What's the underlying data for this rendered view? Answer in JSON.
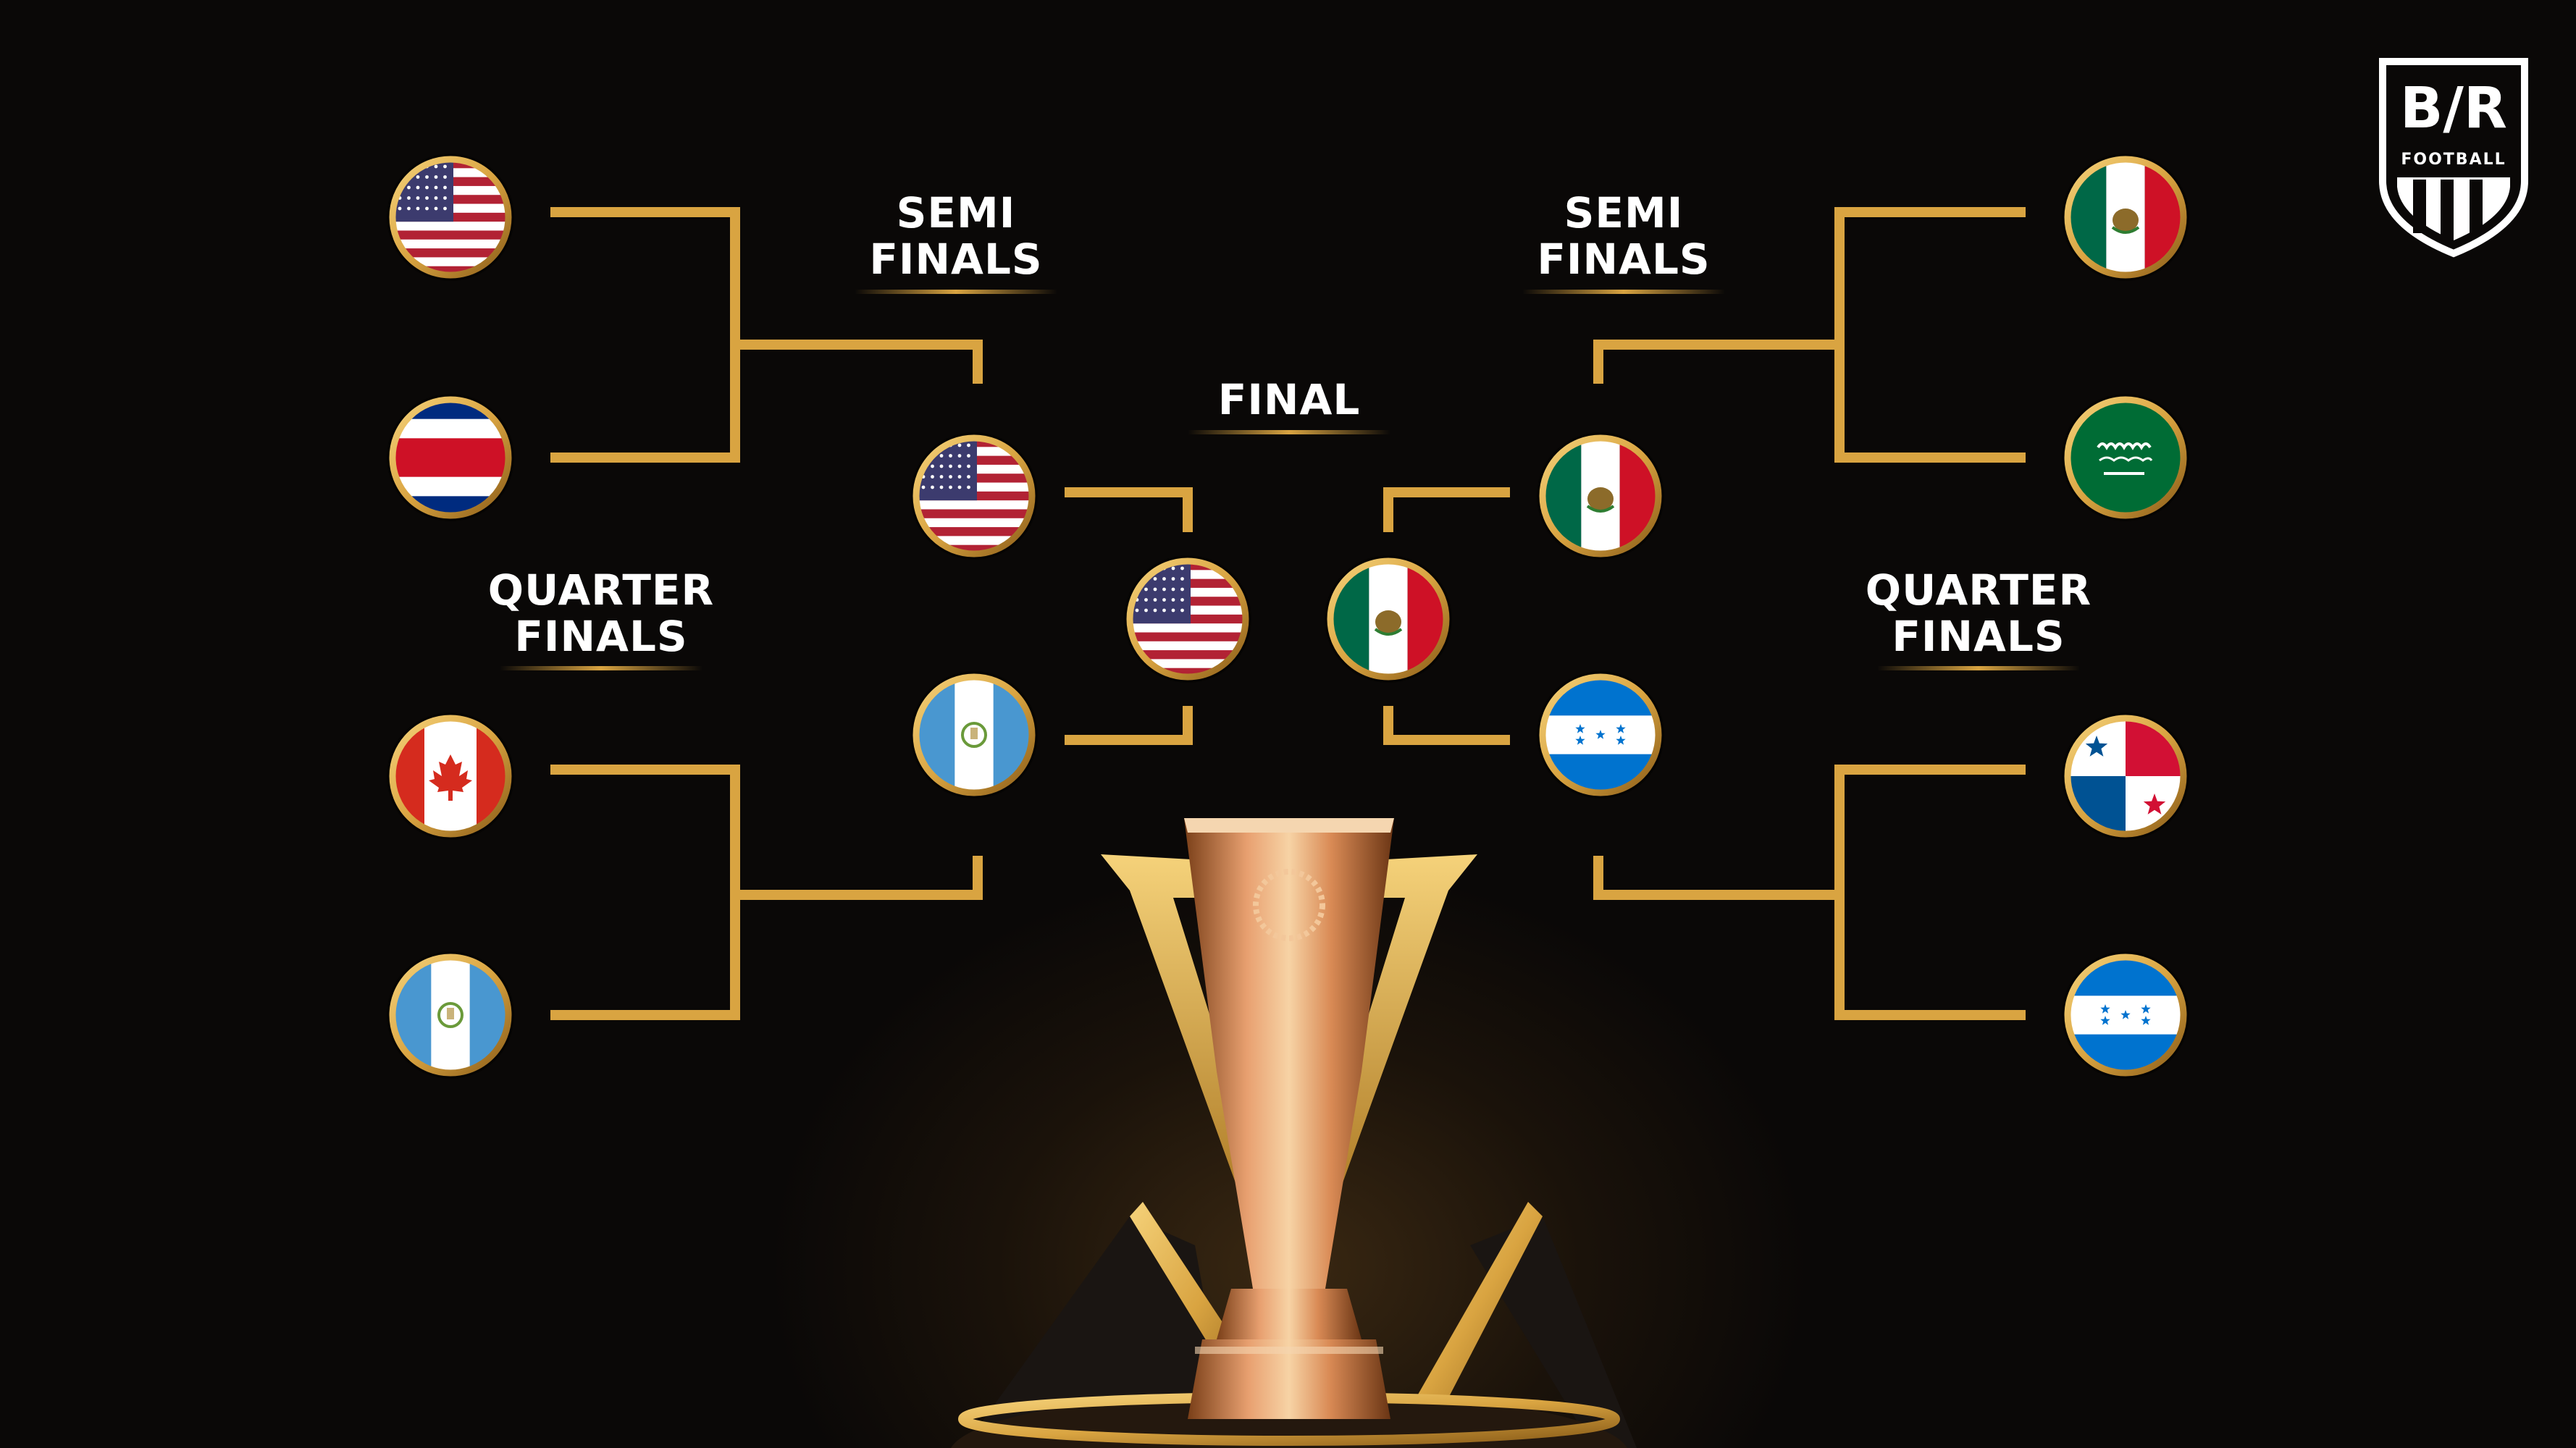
{
  "labels": {
    "semi_left": [
      "SEMI",
      "FINALS"
    ],
    "semi_right": [
      "SEMI",
      "FINALS"
    ],
    "final": "FINAL",
    "quarter_left": [
      "QUARTER",
      "FINALS"
    ],
    "quarter_right": [
      "QUARTER",
      "FINALS"
    ]
  },
  "brand": {
    "logo": "B/R",
    "sub": "FOOTBALL"
  },
  "bracket": {
    "quarterfinal_flags_left": [
      "usa",
      "costa-rica",
      "canada",
      "guatemala"
    ],
    "quarterfinal_flags_right": [
      "mexico",
      "saudi-arabia",
      "panama",
      "honduras"
    ],
    "semifinal_flags_left": [
      "usa",
      "guatemala"
    ],
    "semifinal_flags_right": [
      "mexico",
      "honduras"
    ],
    "final_flags": [
      "usa",
      "mexico"
    ]
  },
  "colors": {
    "gold": "#d9a441",
    "gold_dark": "#a87622",
    "background": "#0a0807",
    "usa_red": "#b22234",
    "usa_blue": "#3c3b6e",
    "mexico_green": "#006847",
    "mexico_red": "#ce1126",
    "costa_rica_blue": "#002b7f",
    "costa_rica_red": "#ce1126",
    "canada_red": "#d52b1e",
    "guatemala_blue": "#4997d0",
    "saudi_green": "#006c35",
    "panama_blue": "#005293",
    "panama_red": "#d21034",
    "honduras_blue": "#0073cf"
  }
}
